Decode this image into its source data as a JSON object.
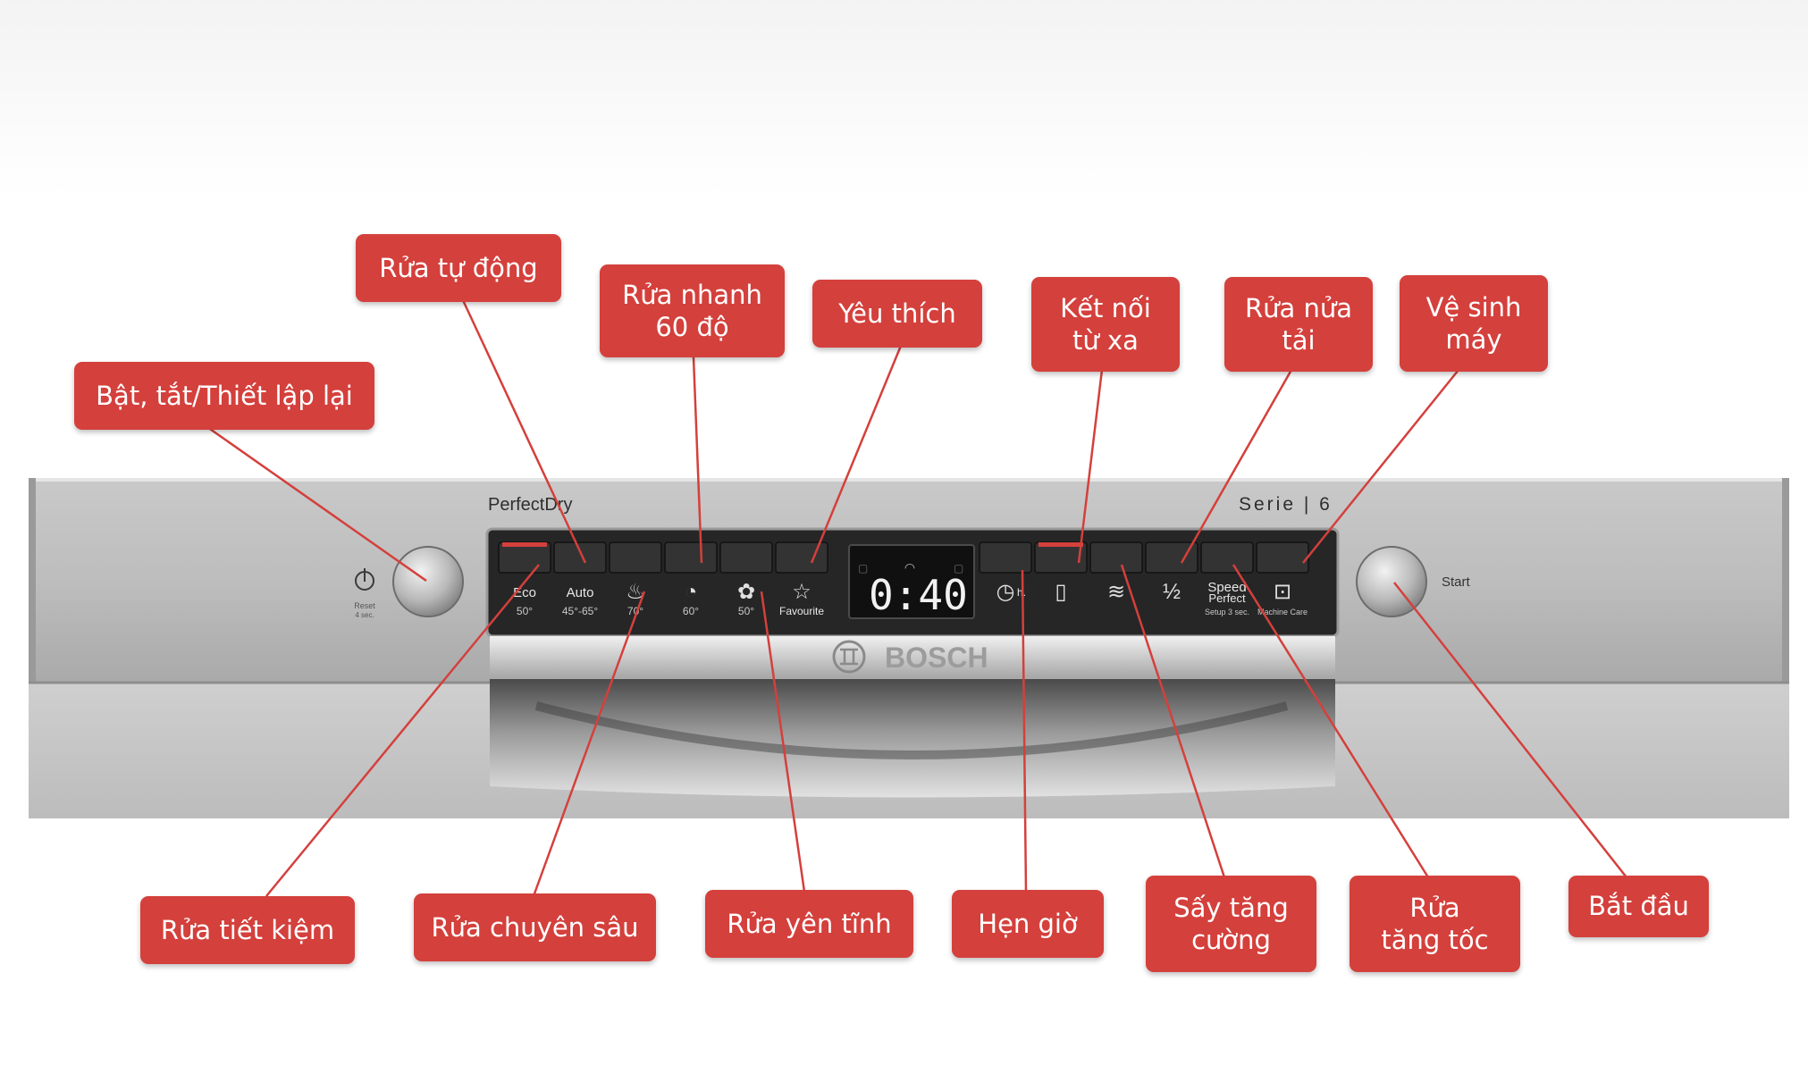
{
  "panel": {
    "brand_line": "PerfectDry",
    "series": "Serie | 6",
    "logo": "BOSCH",
    "display_time": "0:40",
    "reset_text": "Reset",
    "reset_sub": "4 sec.",
    "start_text": "Start",
    "accent_color": "#d4403c",
    "left_buttons": [
      {
        "label": "Eco",
        "sub": "50°",
        "icon": null
      },
      {
        "label": "Auto",
        "sub": "45°-65°",
        "icon": null
      },
      {
        "label": "",
        "sub": "70°",
        "icon": "intensive-pot-icon"
      },
      {
        "label": "",
        "sub": "60°",
        "icon": "quick-wash-icon"
      },
      {
        "label": "",
        "sub": "50°",
        "icon": "silence-icon"
      },
      {
        "label": "Favourite",
        "sub": "",
        "icon": "star-icon"
      }
    ],
    "right_buttons": [
      {
        "label": "h.",
        "sub": "",
        "icon": "clock-icon"
      },
      {
        "label": "",
        "sub": "",
        "icon": "remote-start-icon"
      },
      {
        "label": "",
        "sub": "",
        "icon": "extra-dry-icon"
      },
      {
        "label": "",
        "sub": "",
        "icon": "half-load-icon"
      },
      {
        "label": "Speed",
        "label2": "Perfect",
        "sub": "Setup 3 sec.",
        "icon": null
      },
      {
        "label": "",
        "sub": "Machine Care",
        "icon": "machine-care-icon"
      }
    ]
  },
  "callouts": {
    "power": "Bật, tắt/Thiết lập lại",
    "auto": "Rửa tự động",
    "quick60": "Rửa nhanh\n60 độ",
    "favourite": "Yêu thích",
    "remote": "Kết nối\ntừ xa",
    "halfload": "Rửa nửa\ntải",
    "machinecare": "Vệ sinh\nmáy",
    "eco": "Rửa tiết kiệm",
    "intensive": "Rửa chuyên sâu",
    "silence": "Rửa yên tĩnh",
    "timer": "Hẹn giờ",
    "extradry": "Sấy tăng\ncường",
    "speed": "Rửa\ntăng tốc",
    "start": "Bắt đầu"
  }
}
